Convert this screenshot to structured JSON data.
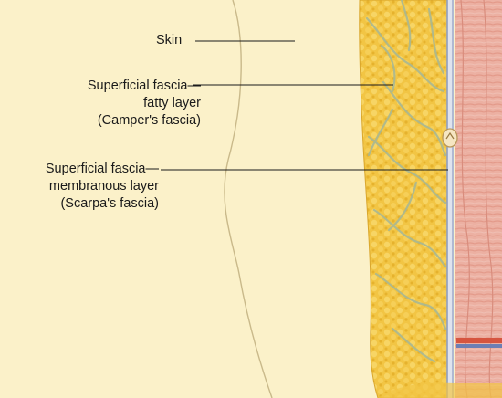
{
  "labels": {
    "skin": "Skin",
    "fatty": [
      "Superficial fascia—",
      "fatty layer",
      "(Camper's fascia)"
    ],
    "membranous": [
      "Superficial fascia—",
      "membranous layer",
      "(Scarpa's fascia)"
    ]
  },
  "colors": {
    "skin": "#fbf1c9",
    "skin_outline": "#c9b98a",
    "fat": "#f2c544",
    "fat_dark": "#e0a61d",
    "vessels": "#a9b892",
    "membrane": "#8f9ec0",
    "muscle": "#e9a99a",
    "leader": "#1a1a1a"
  }
}
